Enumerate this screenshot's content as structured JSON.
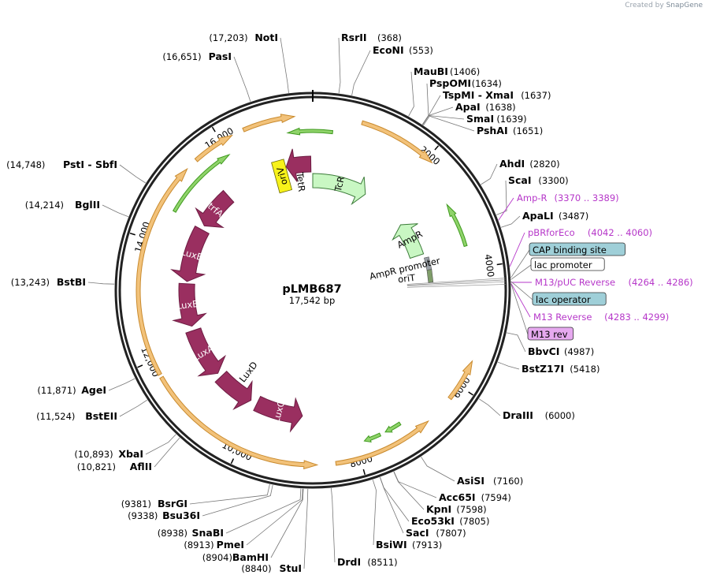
{
  "credit": {
    "created_by": "Created by",
    "brand": "SnapGene"
  },
  "plasmid": {
    "name": "pLMB687",
    "length_label": "17,542 bp",
    "length": 17542
  },
  "colors": {
    "backbone": "#222222",
    "orf_fill": "#f2c27a",
    "orf_stroke": "#c98a2d",
    "green_arrow": "#3f9a1e",
    "gene_fill": "#9a2f60",
    "tc_fill": "#c9f7c3",
    "oriV_fill": "#f7f21a",
    "primer": "#b637c9",
    "feature_box_teal": "#9fcfd8",
    "feature_box_pink": "#e6a9ef"
  },
  "ticks": [
    {
      "label": "2000",
      "bp": 2000
    },
    {
      "label": "4000",
      "bp": 4000
    },
    {
      "label": "6000",
      "bp": 6000
    },
    {
      "label": "8000",
      "bp": 8000
    },
    {
      "label": "10,000",
      "bp": 10000
    },
    {
      "label": "12,000",
      "bp": 12000
    },
    {
      "label": "14,000",
      "bp": 14000
    },
    {
      "label": "16,000",
      "bp": 16000
    }
  ],
  "sites": [
    {
      "name": "RsrII",
      "pos": "(368)",
      "bp": 368,
      "side": "right"
    },
    {
      "name": "EcoNI",
      "pos": "(553)",
      "bp": 553,
      "side": "right"
    },
    {
      "name": "MauBI",
      "pos": "(1406)",
      "bp": 1406,
      "side": "right"
    },
    {
      "name": "PspOMI",
      "pos": "(1634)",
      "bp": 1634,
      "side": "right"
    },
    {
      "name": "TspMI - XmaI",
      "pos": "(1637)",
      "bp": 1637,
      "side": "right"
    },
    {
      "name": "ApaI",
      "pos": "(1638)",
      "bp": 1638,
      "side": "right"
    },
    {
      "name": "SmaI",
      "pos": "(1639)",
      "bp": 1639,
      "side": "right"
    },
    {
      "name": "PshAI",
      "pos": "(1651)",
      "bp": 1651,
      "side": "right"
    },
    {
      "name": "AhdI",
      "pos": "(2820)",
      "bp": 2820,
      "side": "right"
    },
    {
      "name": "ScaI",
      "pos": "(3300)",
      "bp": 3300,
      "side": "right"
    },
    {
      "name": "ApaLI",
      "pos": "(3487)",
      "bp": 3487,
      "side": "right"
    },
    {
      "name": "BbvCI",
      "pos": "(4987)",
      "bp": 4987,
      "side": "right"
    },
    {
      "name": "BstZ17I",
      "pos": "(5418)",
      "bp": 5418,
      "side": "right"
    },
    {
      "name": "DraIII",
      "pos": "(6000)",
      "bp": 6000,
      "side": "right"
    },
    {
      "name": "AsiSI",
      "pos": "(7160)",
      "bp": 7160,
      "side": "right"
    },
    {
      "name": "Acc65I",
      "pos": "(7594)",
      "bp": 7594,
      "side": "right"
    },
    {
      "name": "KpnI",
      "pos": "(7598)",
      "bp": 7598,
      "side": "right"
    },
    {
      "name": "Eco53kI",
      "pos": "(7805)",
      "bp": 7805,
      "side": "right"
    },
    {
      "name": "SacI",
      "pos": "(7807)",
      "bp": 7807,
      "side": "right"
    },
    {
      "name": "BsiWI",
      "pos": "(7913)",
      "bp": 7913,
      "side": "right"
    },
    {
      "name": "DrdI",
      "pos": "(8511)",
      "bp": 8511,
      "side": "right"
    },
    {
      "name": "StuI",
      "pos": "(8840)",
      "bp": 8840,
      "side": "left"
    },
    {
      "name": "BamHI",
      "pos": "(8904)",
      "bp": 8904,
      "side": "left"
    },
    {
      "name": "PmeI",
      "pos": "(8913)",
      "bp": 8913,
      "side": "left"
    },
    {
      "name": "SnaBI",
      "pos": "(8938)",
      "bp": 8938,
      "side": "left"
    },
    {
      "name": "Bsu36I",
      "pos": "(9338)",
      "bp": 9338,
      "side": "left"
    },
    {
      "name": "BsrGI",
      "pos": "(9381)",
      "bp": 9381,
      "side": "left"
    },
    {
      "name": "AflII",
      "pos": "(10,821)",
      "bp": 10821,
      "side": "left"
    },
    {
      "name": "XbaI",
      "pos": "(10,893)",
      "bp": 10893,
      "side": "left"
    },
    {
      "name": "BstEII",
      "pos": "(11,524)",
      "bp": 11524,
      "side": "left"
    },
    {
      "name": "AgeI",
      "pos": "(11,871)",
      "bp": 11871,
      "side": "left"
    },
    {
      "name": "BstBI",
      "pos": "(13,243)",
      "bp": 13243,
      "side": "left"
    },
    {
      "name": "BglII",
      "pos": "(14,214)",
      "bp": 14214,
      "side": "left"
    },
    {
      "name": "PstI - SbfI",
      "pos": "(14,748)",
      "bp": 14748,
      "side": "left"
    },
    {
      "name": "PasI",
      "pos": "(16,651)",
      "bp": 16651,
      "side": "left"
    },
    {
      "name": "NotI",
      "pos": "(17,203)",
      "bp": 17203,
      "side": "left"
    }
  ],
  "primers": [
    {
      "name": "Amp-R",
      "pos": "(3370 .. 3389)",
      "bp": 3380
    },
    {
      "name": "pBRforEco",
      "pos": "(4042 .. 4060)",
      "bp": 4051
    },
    {
      "name": "M13/pUC Reverse",
      "pos": "(4264 .. 4286)",
      "bp": 4275
    },
    {
      "name": "M13 Reverse",
      "pos": "(4283 .. 4299)",
      "bp": 4291
    }
  ],
  "boxed_features": [
    {
      "name": "CAP binding site",
      "style": "teal",
      "bp": 4210
    },
    {
      "name": "lac promoter",
      "style": "white",
      "bp": 4235
    },
    {
      "name": "lac operator",
      "style": "teal",
      "bp": 4262
    },
    {
      "name": "M13 rev",
      "style": "pink",
      "bp": 4300
    }
  ],
  "orfs": [
    {
      "start": 800,
      "end": 2100,
      "dir": "cw"
    },
    {
      "start": 16400,
      "end": 17250,
      "dir": "cw"
    },
    {
      "start": 5550,
      "end": 6250,
      "dir": "ccw"
    },
    {
      "start": 6750,
      "end": 8400,
      "dir": "ccw"
    },
    {
      "start": 8700,
      "end": 11700,
      "dir": "ccw"
    },
    {
      "start": 11750,
      "end": 15300,
      "dir": "cw"
    },
    {
      "start": 15500,
      "end": 16200,
      "dir": "cw"
    }
  ],
  "green_arrows": [
    {
      "start": 17100,
      "end": 350,
      "dir": "ccw"
    },
    {
      "start": 2800,
      "end": 3600,
      "dir": "ccw"
    },
    {
      "start": 14600,
      "end": 16000,
      "dir": "cw"
    },
    {
      "start": 7150,
      "end": 7450,
      "dir": "cw"
    },
    {
      "start": 7550,
      "end": 7850,
      "dir": "cw"
    }
  ],
  "genes": [
    {
      "name": "LuxC",
      "start": 9000,
      "end": 10050,
      "dir": "ccw",
      "label_side": "inside"
    },
    {
      "name": "LuxD",
      "start": 10200,
      "end": 11050,
      "dir": "ccw",
      "label_side": "inner"
    },
    {
      "name": "LuxA",
      "start": 11150,
      "end": 12250,
      "dir": "ccw",
      "label_side": "inside"
    },
    {
      "name": "LuxB",
      "start": 12350,
      "end": 13300,
      "dir": "ccw",
      "label_side": "inside"
    },
    {
      "name": "LuxE",
      "start": 13350,
      "end": 14550,
      "dir": "ccw",
      "label_side": "inside"
    },
    {
      "name": "trfA",
      "start": 14650,
      "end": 15500,
      "dir": "ccw",
      "label_side": "inside"
    },
    {
      "name": "TetR",
      "start": 16950,
      "end": 17500,
      "dir": "ccw",
      "label_side": "below"
    }
  ],
  "tc_features": [
    {
      "name": "TcR",
      "start": 0,
      "end": 1400,
      "dir": "cw"
    },
    {
      "name": "AmpR",
      "start": 2600,
      "end": 3500,
      "dir": "ccw"
    }
  ],
  "small_features": [
    {
      "name": "AmpR promoter",
      "bp": 3750
    },
    {
      "name": "oriT",
      "bp": 4050
    }
  ],
  "oriV": {
    "name": "oriV",
    "bp": 16800
  }
}
